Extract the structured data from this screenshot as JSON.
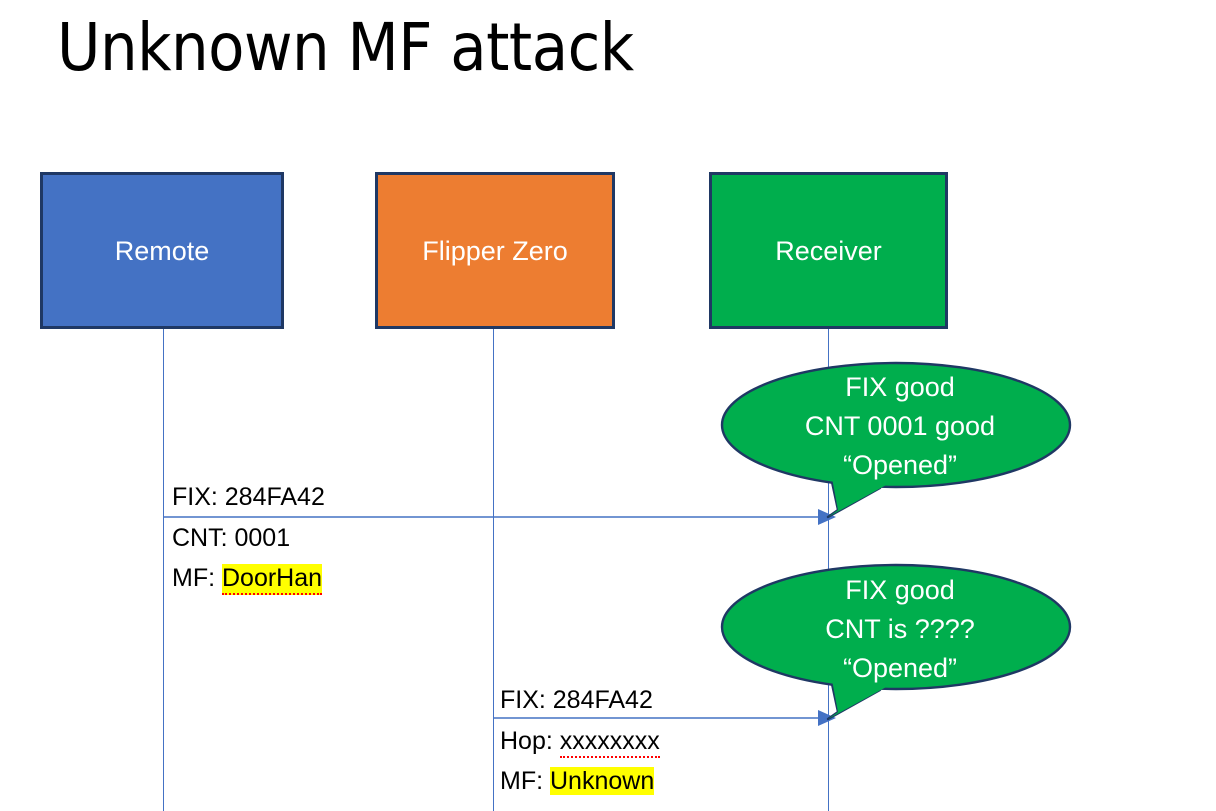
{
  "slide": {
    "title": "Unknown MF attack",
    "background_color": "#FFFFFF"
  },
  "colors": {
    "remote_box": "#4472C4",
    "flipper_box": "#ED7D31",
    "receiver_box": "#00AE4D",
    "box_border": "#1F3864",
    "lifeline": "#4472C4",
    "arrow": "#4472C4",
    "callout_fill": "#00AE4D",
    "callout_border": "#1F3864",
    "highlight": "#FFFF00",
    "spellcheck_squiggle": "#FF0000",
    "text": "#000000",
    "box_label_text": "#FFFFFF"
  },
  "actors": [
    {
      "id": "remote",
      "label": "Remote"
    },
    {
      "id": "flipper",
      "label": "Flipper Zero"
    },
    {
      "id": "receiver",
      "label": "Receiver"
    }
  ],
  "messages": [
    {
      "id": "msg1",
      "from": "remote",
      "to": "receiver",
      "line1": "FIX: 284FA42",
      "line2": "CNT: 0001",
      "line3_prefix": "MF: ",
      "line3_value": "DoorHan",
      "line3_highlighted": true,
      "line3_spellchecked": true
    },
    {
      "id": "msg2",
      "from": "flipper",
      "to": "receiver",
      "line1": "FIX: 284FA42",
      "line2_prefix": "Hop: ",
      "line2_value": "xxxxxxxx",
      "line2_spellchecked": true,
      "line3_prefix": "MF: ",
      "line3_value": "Unknown",
      "line3_highlighted": true
    }
  ],
  "callouts": [
    {
      "id": "callout1",
      "line1": "FIX good",
      "line2": "CNT 0001 good",
      "line3": "“Opened”"
    },
    {
      "id": "callout2",
      "line1": "FIX good",
      "line2": "CNT is ????",
      "line3": "“Opened”"
    }
  ]
}
